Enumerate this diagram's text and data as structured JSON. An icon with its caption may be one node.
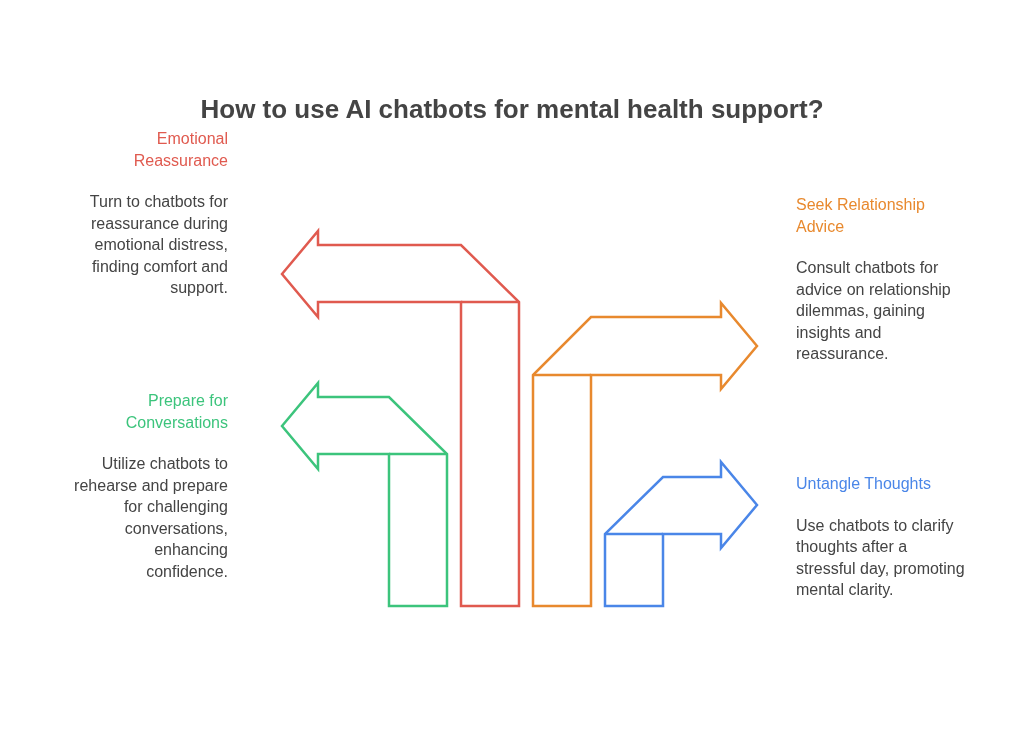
{
  "diagram": {
    "title": "How to use AI chatbots for mental health support?",
    "nodes": [
      {
        "text": [
          "Emotional Reassurance",
          "Turn to chatbots for reassurance during emotional distress, finding comfort and support."
        ]
      },
      {
        "text": [
          "Seek Relationship Advice",
          "Consult chatbots for advice on relationship dilemmas, gaining insights and reassurance."
        ]
      },
      {
        "text": [
          "Prepare for Conversations",
          "Utilize chatbots to rehearse and prepare for challenging conversations, enhancing confidence."
        ]
      },
      {
        "text": [
          "Untangle Thoughts",
          "Use chatbots to clarify thoughts after a stressful day, promoting mental clarity."
        ]
      }
    ]
  }
}
